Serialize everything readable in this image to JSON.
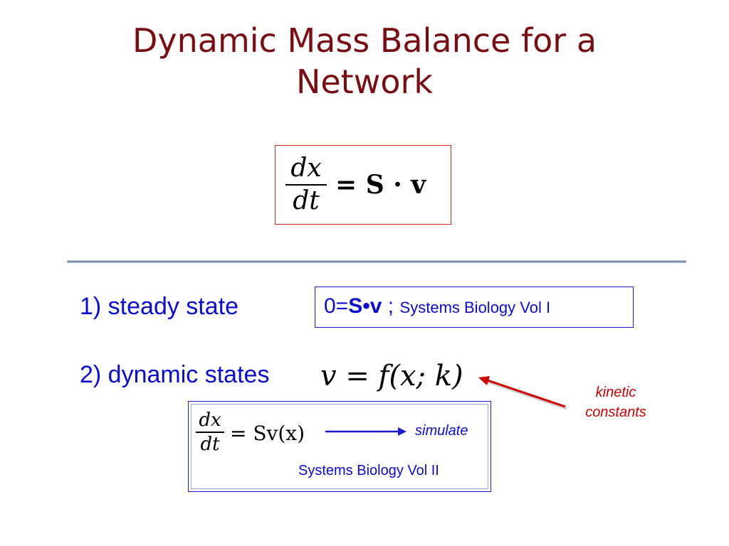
{
  "title": {
    "line1": "Dynamic Mass Balance for a",
    "line2": "Network"
  },
  "main_equation": {
    "numerator": "dx",
    "denominator": "dt",
    "rhs": "= S · v"
  },
  "items": [
    {
      "label": "1) steady state",
      "box_prefix": "0=",
      "box_formula": "S•v",
      "box_sep": " ;",
      "box_ref": "Systems Biology Vol I"
    },
    {
      "label": "2) dynamic states",
      "equation": "v = f(x; k)"
    }
  ],
  "annotation": {
    "line1": "kinetic",
    "line2": "constants"
  },
  "sim_box": {
    "numerator": "dx",
    "denominator": "dt",
    "rhs": "= Sv(x)",
    "arrow_label": "simulate",
    "ref": "Systems Biology Vol II"
  },
  "colors": {
    "title": "#7b0d12",
    "body_text": "#0b0bd6",
    "annotation": "#d40000",
    "box_red": "#e3201b",
    "box_blue": "#1a1ad4"
  }
}
